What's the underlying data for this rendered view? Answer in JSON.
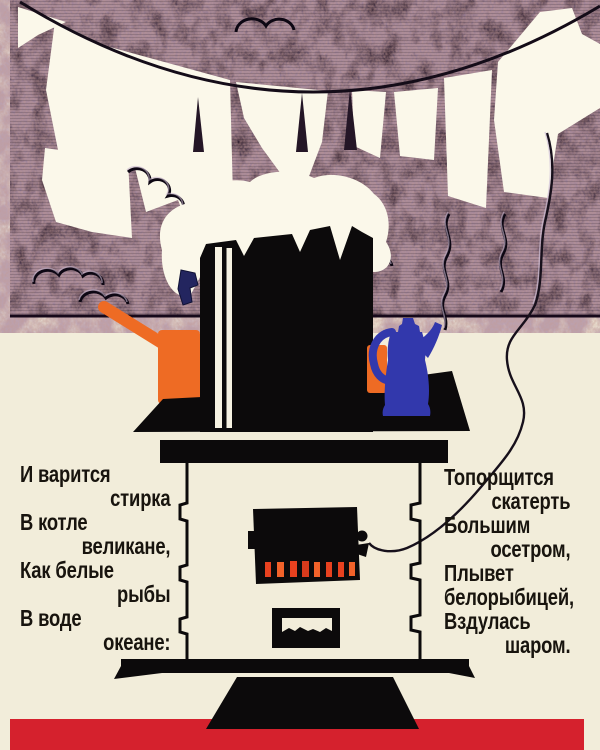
{
  "page": {
    "type": "book-page-illustration",
    "poem_left": {
      "lines": [
        "И варится",
        "стирка",
        "В котле",
        "великане,",
        "Как белые",
        "рыбы",
        "В воде",
        "океане:"
      ]
    },
    "poem_right": {
      "lines": [
        "Топорщится",
        "скатерть",
        "Большим",
        "осетром,",
        "Плывет",
        "белорыбицей,",
        "Вздулась",
        "шаром."
      ]
    },
    "colors": {
      "page_cream": "#f2edda",
      "laundry_white": "#fbf8ea",
      "smoke_purple_dark": "#231326",
      "smoke_purple_light": "#6b4a62",
      "ink_black": "#0c0a0b",
      "saucepan_orange": "#ee6b24",
      "coffee_pot_blue": "#3238ac",
      "floor_red": "#d5212d",
      "fire_grate_red": "#e8411f",
      "text_ink": "#18140e"
    },
    "scene_elements": [
      "clothesline",
      "laundry",
      "smoke-clouds",
      "steam-foam",
      "cauldron",
      "saucepan",
      "coffee-pot",
      "stove",
      "fire-door",
      "fire-grate",
      "door-knob",
      "hanging-string",
      "ash-window",
      "stove-base",
      "pedestal",
      "floor-stripe"
    ]
  }
}
